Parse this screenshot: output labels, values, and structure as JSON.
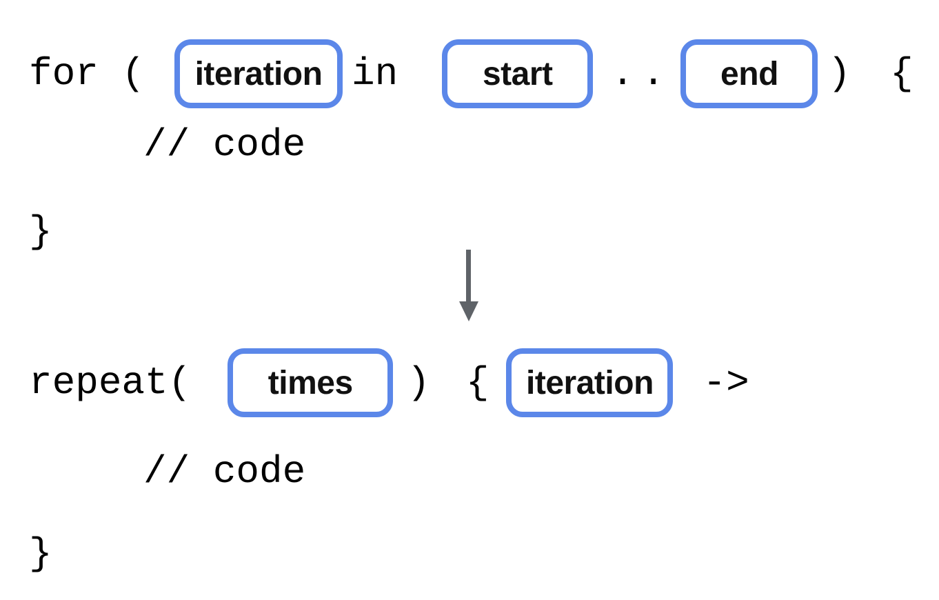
{
  "colors": {
    "chip_border": "#5b87e9",
    "code_text": "#000000",
    "arrow": "#5f6368",
    "background": "#ffffff"
  },
  "before_block": {
    "keyword_open": "for (",
    "iterator_box": "iteration",
    "in_keyword": "in",
    "start_box": "start",
    "range_operator": "..",
    "close_paren": ")",
    "end_box": "end",
    "open_brace": "{",
    "comment": "// code",
    "close_brace": "}"
  },
  "transform_arrow_icon": "down-arrow",
  "after_block": {
    "keyword_open": "repeat(",
    "times_box": "times",
    "close_paren": ")",
    "open_brace": "{",
    "iterator_box": "iteration",
    "lambda_arrow": "->",
    "comment": "// code",
    "close_brace": "}"
  }
}
